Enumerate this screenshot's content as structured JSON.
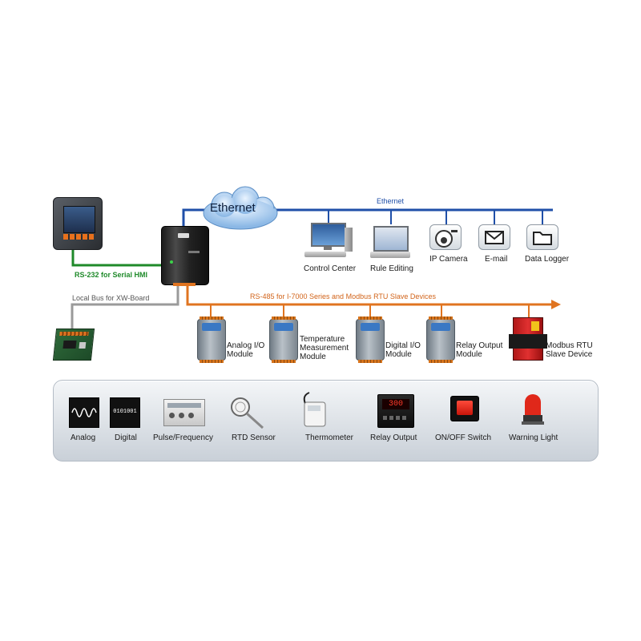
{
  "network": {
    "ethernet_cloud": "Ethernet",
    "ethernet_bus_label": "Ethernet",
    "rs232_label": "RS-232 for Serial HMI",
    "local_bus_label": "Local Bus for XW-Board",
    "rs485_label": "RS-485 for I-7000 Series and Modbus RTU Slave Devices"
  },
  "ethernet_devices": [
    {
      "label": "Control Center"
    },
    {
      "label": "Rule Editing"
    },
    {
      "label": "IP Camera"
    },
    {
      "label": "E-mail"
    },
    {
      "label": "Data Logger"
    }
  ],
  "rs485_devices": [
    {
      "line1": "Analog I/O",
      "line2": "Module",
      "line3": ""
    },
    {
      "line1": "Temperature",
      "line2": "Measurement",
      "line3": "Module"
    },
    {
      "line1": "Digital I/O",
      "line2": "Module",
      "line3": ""
    },
    {
      "line1": "Relay Output",
      "line2": "Module",
      "line3": ""
    },
    {
      "line1": "Modbus RTU",
      "line2": "Slave Device",
      "line3": ""
    }
  ],
  "field_devices": [
    {
      "label": "Analog"
    },
    {
      "label": "Digital"
    },
    {
      "label": "Pulse/Frequency"
    },
    {
      "label": "RTD Sensor"
    },
    {
      "label": "Thermometer"
    },
    {
      "label": "Relay Output"
    },
    {
      "label": "ON/OFF Switch"
    },
    {
      "label": "Warning Light"
    }
  ],
  "digital_icon_text": "0101001",
  "relay_display_text": "300",
  "colors": {
    "ethernet": "#1f4fa8",
    "rs232": "#1f8a2a",
    "local_bus": "#9a9a9a",
    "rs485": "#e07420",
    "ethernet_label": "#1f4fa8",
    "rs232_label": "#1f8a2a",
    "rs485_label": "#d2641a"
  }
}
